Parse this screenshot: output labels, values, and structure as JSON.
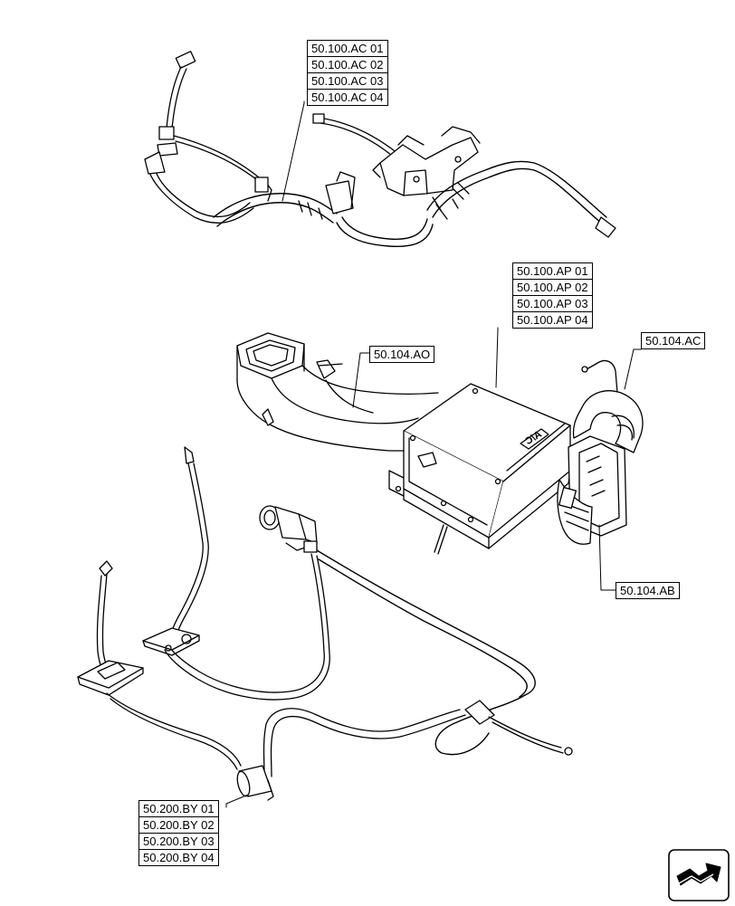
{
  "callouts": {
    "ac_harness": [
      "50.100.AC 01",
      "50.100.AC 02",
      "50.100.AC 03",
      "50.100.AC 04"
    ],
    "ap_module": [
      "50.100.AP 01",
      "50.100.AP 02",
      "50.100.AP 03",
      "50.100.AP 04"
    ],
    "duct": "50.104.AO",
    "blower": "50.104.AC",
    "filter": "50.104.AB",
    "by_lines": [
      "50.200.BY 01",
      "50.200.BY 02",
      "50.200.BY 03",
      "50.200.BY 04"
    ]
  },
  "unit_label": "A/C",
  "nav_icon": "next-page-arrow-icon"
}
